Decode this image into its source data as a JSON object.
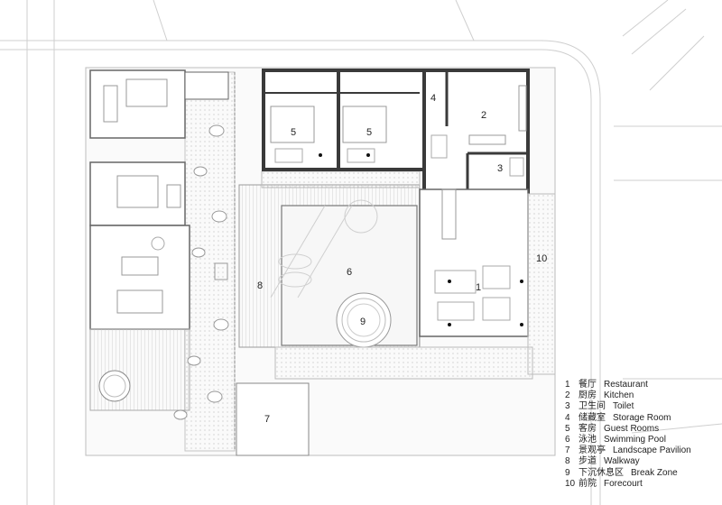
{
  "room_labels": [
    {
      "id": "restaurant",
      "text": "1"
    },
    {
      "id": "kitchen",
      "text": "2"
    },
    {
      "id": "toilet",
      "text": "3"
    },
    {
      "id": "storage",
      "text": "4"
    },
    {
      "id": "guest-a",
      "text": "5"
    },
    {
      "id": "guest-b",
      "text": "5"
    },
    {
      "id": "pool",
      "text": "6"
    },
    {
      "id": "pavilion",
      "text": "7"
    },
    {
      "id": "walkway",
      "text": "8"
    },
    {
      "id": "break-zone",
      "text": "9"
    },
    {
      "id": "forecourt",
      "text": "10"
    }
  ],
  "legend": [
    {
      "num": "1",
      "zh": "餐厅",
      "en": "Restaurant"
    },
    {
      "num": "2",
      "zh": "厨房",
      "en": "Kitchen"
    },
    {
      "num": "3",
      "zh": "卫生间",
      "en": "Toilet"
    },
    {
      "num": "4",
      "zh": "储藏室",
      "en": "Storage Room"
    },
    {
      "num": "5",
      "zh": "客房",
      "en": "Guest Rooms"
    },
    {
      "num": "6",
      "zh": "泳池",
      "en": "Swimming Pool"
    },
    {
      "num": "7",
      "zh": "景观亭",
      "en": "Landscape Pavilion"
    },
    {
      "num": "8",
      "zh": "步道",
      "en": "Walkway"
    },
    {
      "num": "9",
      "zh": "下沉休息区",
      "en": "Break Zone"
    },
    {
      "num": "10",
      "zh": "前院",
      "en": "Forecourt"
    }
  ],
  "colors": {
    "wall": "#3a3a3a",
    "line": "#9a9a9a",
    "paving": "#f2f2f2",
    "hatch": "#d6d6d6"
  }
}
